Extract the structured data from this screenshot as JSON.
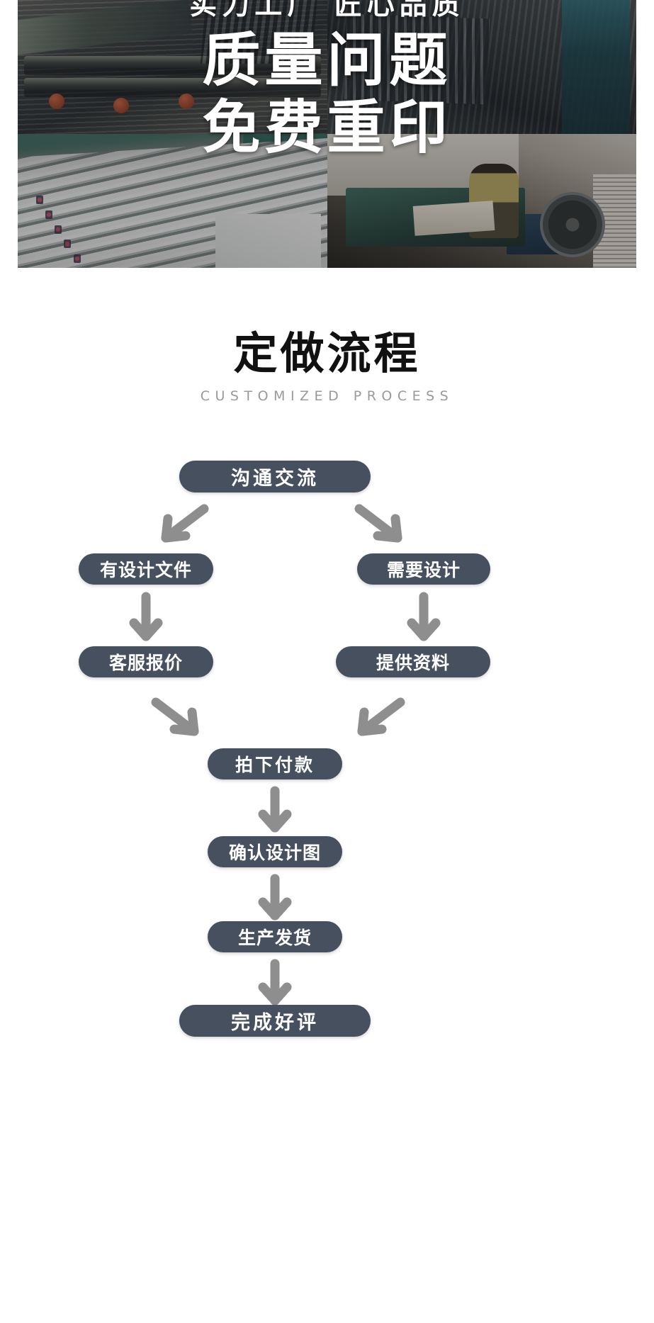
{
  "banner": {
    "top_line": "实力工厂 匠心品质",
    "headline_line1": "质量问题",
    "headline_line2": "免费重印"
  },
  "section": {
    "title_cn": "定做流程",
    "title_en": "CUSTOMIZED PROCESS"
  },
  "colors": {
    "pill_bg": "#46505e",
    "pill_text": "#ffffff",
    "arrow": "#8e8e8e",
    "title_cn": "#111111",
    "title_en": "#9a9a9a",
    "page_bg": "#ffffff"
  },
  "flowchart": {
    "type": "process-flow",
    "nodes": [
      {
        "id": "n1",
        "label": "沟通交流",
        "row": 0,
        "column": "center"
      },
      {
        "id": "n2",
        "label": "有设计文件",
        "row": 1,
        "column": "left"
      },
      {
        "id": "n3",
        "label": "需要设计",
        "row": 1,
        "column": "right"
      },
      {
        "id": "n4",
        "label": "客服报价",
        "row": 2,
        "column": "left"
      },
      {
        "id": "n5",
        "label": "提供资料",
        "row": 2,
        "column": "right"
      },
      {
        "id": "n6",
        "label": "拍下付款",
        "row": 3,
        "column": "center"
      },
      {
        "id": "n7",
        "label": "确认设计图",
        "row": 4,
        "column": "center"
      },
      {
        "id": "n8",
        "label": "生产发货",
        "row": 5,
        "column": "center"
      },
      {
        "id": "n9",
        "label": "完成好评",
        "row": 6,
        "column": "center"
      }
    ],
    "edges": [
      {
        "from": "n1",
        "to": "n2",
        "direction": "down-left"
      },
      {
        "from": "n1",
        "to": "n3",
        "direction": "down-right"
      },
      {
        "from": "n2",
        "to": "n4",
        "direction": "down"
      },
      {
        "from": "n3",
        "to": "n5",
        "direction": "down"
      },
      {
        "from": "n4",
        "to": "n6",
        "direction": "down-right"
      },
      {
        "from": "n5",
        "to": "n6",
        "direction": "down-left"
      },
      {
        "from": "n6",
        "to": "n7",
        "direction": "down"
      },
      {
        "from": "n7",
        "to": "n8",
        "direction": "down"
      },
      {
        "from": "n8",
        "to": "n9",
        "direction": "down"
      }
    ]
  }
}
